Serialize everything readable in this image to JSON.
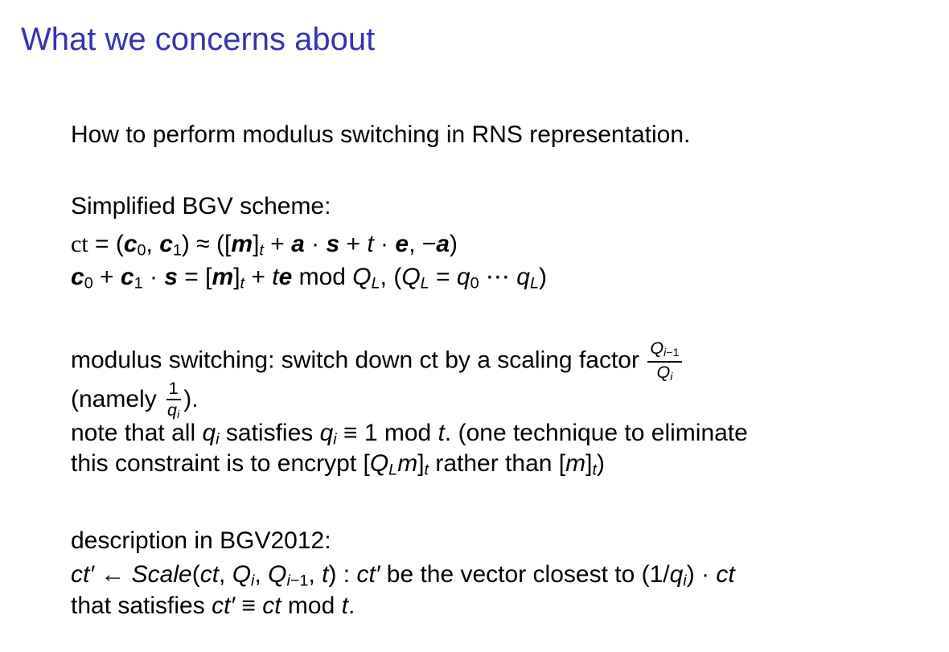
{
  "slide": {
    "title": "What we concerns about",
    "colors": {
      "title": "#3433b2",
      "text": "#000000",
      "background": "#ffffff"
    }
  },
  "lines": {
    "intro": [
      {
        "t": "How to perform modulus switching in RNS representation."
      }
    ],
    "bgv_heading": [
      {
        "t": "Simplified BGV scheme:"
      }
    ],
    "bgv_eq1": [
      {
        "t": "ct",
        "st": "r"
      },
      {
        "t": " = ("
      },
      {
        "t": "c",
        "st": "b"
      },
      {
        "sub": [
          {
            "t": "0"
          }
        ]
      },
      {
        "t": ", "
      },
      {
        "t": "c",
        "st": "b"
      },
      {
        "sub": [
          {
            "t": "1"
          }
        ]
      },
      {
        "t": ") ≈ (["
      },
      {
        "t": "m",
        "st": "b"
      },
      {
        "t": "]"
      },
      {
        "sub": [
          {
            "t": "t",
            "st": "i"
          }
        ]
      },
      {
        "t": " + "
      },
      {
        "t": "a",
        "st": "b"
      },
      {
        "t": " · "
      },
      {
        "t": "s",
        "st": "b"
      },
      {
        "t": " + "
      },
      {
        "t": "t",
        "st": "i"
      },
      {
        "t": " · "
      },
      {
        "t": "e",
        "st": "b"
      },
      {
        "t": ", −"
      },
      {
        "t": "a",
        "st": "b"
      },
      {
        "t": ")"
      }
    ],
    "bgv_eq2": [
      {
        "t": "c",
        "st": "b"
      },
      {
        "sub": [
          {
            "t": "0"
          }
        ]
      },
      {
        "t": " + "
      },
      {
        "t": "c",
        "st": "b"
      },
      {
        "sub": [
          {
            "t": "1"
          }
        ]
      },
      {
        "t": " · "
      },
      {
        "t": "s",
        "st": "b"
      },
      {
        "t": " = ["
      },
      {
        "t": "m",
        "st": "b"
      },
      {
        "t": "]"
      },
      {
        "sub": [
          {
            "t": "t",
            "st": "i"
          }
        ]
      },
      {
        "t": " + "
      },
      {
        "t": "t",
        "st": "i"
      },
      {
        "t": "e",
        "st": "b"
      },
      {
        "t": " mod "
      },
      {
        "t": "Q",
        "st": "i"
      },
      {
        "sub": [
          {
            "t": "L",
            "st": "i"
          }
        ]
      },
      {
        "t": ", ("
      },
      {
        "t": "Q",
        "st": "i"
      },
      {
        "sub": [
          {
            "t": "L",
            "st": "i"
          }
        ]
      },
      {
        "t": " = "
      },
      {
        "t": "q",
        "st": "i"
      },
      {
        "sub": [
          {
            "t": "0"
          }
        ]
      },
      {
        "t": " ⋯ "
      },
      {
        "t": "q",
        "st": "i"
      },
      {
        "sub": [
          {
            "t": "L",
            "st": "i"
          }
        ]
      },
      {
        "t": ")"
      }
    ],
    "modswitch_factor": [
      {
        "t": "modulus switching: switch down ct by a scaling factor "
      },
      {
        "frac": {
          "num": [
            {
              "t": "Q",
              "st": "i"
            },
            {
              "sub": [
                {
                  "t": "i",
                  "st": "i"
                },
                {
                  "t": "−1"
                }
              ]
            }
          ],
          "den": [
            {
              "t": "Q",
              "st": "i"
            },
            {
              "sub": [
                {
                  "t": "i",
                  "st": "i"
                }
              ]
            }
          ]
        }
      }
    ],
    "modswitch_namely": [
      {
        "t": "(namely "
      },
      {
        "frac": {
          "num": [
            {
              "t": "1"
            }
          ],
          "den": [
            {
              "t": "q",
              "st": "i"
            },
            {
              "sub": [
                {
                  "t": "i",
                  "st": "i"
                }
              ]
            }
          ]
        }
      },
      {
        "t": ")."
      }
    ],
    "modswitch_note1": [
      {
        "t": "note that all "
      },
      {
        "t": "q",
        "st": "i"
      },
      {
        "sub": [
          {
            "t": "i",
            "st": "i"
          }
        ]
      },
      {
        "t": " satisfies "
      },
      {
        "t": "q",
        "st": "i"
      },
      {
        "sub": [
          {
            "t": "i",
            "st": "i"
          }
        ]
      },
      {
        "t": " ≡ 1 mod "
      },
      {
        "t": "t",
        "st": "i"
      },
      {
        "t": ". (one technique to eliminate"
      }
    ],
    "modswitch_note2": [
      {
        "t": "this constraint is to encrypt ["
      },
      {
        "t": "Q",
        "st": "i"
      },
      {
        "sub": [
          {
            "t": "L",
            "st": "i"
          }
        ]
      },
      {
        "t": "m",
        "st": "i"
      },
      {
        "t": "]"
      },
      {
        "sub": [
          {
            "t": "t",
            "st": "i"
          }
        ]
      },
      {
        "t": " rather than ["
      },
      {
        "t": "m",
        "st": "i"
      },
      {
        "t": "]"
      },
      {
        "sub": [
          {
            "t": "t",
            "st": "i"
          }
        ]
      },
      {
        "t": ")"
      }
    ],
    "bgv2012_heading": [
      {
        "t": "description in BGV2012:"
      }
    ],
    "bgv2012_scale": [
      {
        "t": "ct′",
        "st": "i"
      },
      {
        "t": " ← "
      },
      {
        "t": "Scale",
        "st": "i"
      },
      {
        "t": "("
      },
      {
        "t": "ct",
        "st": "i"
      },
      {
        "t": ", "
      },
      {
        "t": "Q",
        "st": "i"
      },
      {
        "sub": [
          {
            "t": "i",
            "st": "i"
          }
        ]
      },
      {
        "t": ", "
      },
      {
        "t": "Q",
        "st": "i"
      },
      {
        "sub": [
          {
            "t": "i",
            "st": "i"
          },
          {
            "t": "−1"
          }
        ]
      },
      {
        "t": ", "
      },
      {
        "t": "t",
        "st": "i"
      },
      {
        "t": ") : "
      },
      {
        "t": "ct′",
        "st": "i"
      },
      {
        "t": " be the vector closest to (1/"
      },
      {
        "t": "q",
        "st": "i"
      },
      {
        "sub": [
          {
            "t": "i",
            "st": "i"
          }
        ]
      },
      {
        "t": ") · "
      },
      {
        "t": "ct",
        "st": "i"
      }
    ],
    "bgv2012_satisfies": [
      {
        "t": "that satisfies "
      },
      {
        "t": "ct′",
        "st": "i"
      },
      {
        "t": " ≡ "
      },
      {
        "t": "ct",
        "st": "i"
      },
      {
        "t": " mod "
      },
      {
        "t": "t",
        "st": "i"
      },
      {
        "t": "."
      }
    ]
  }
}
